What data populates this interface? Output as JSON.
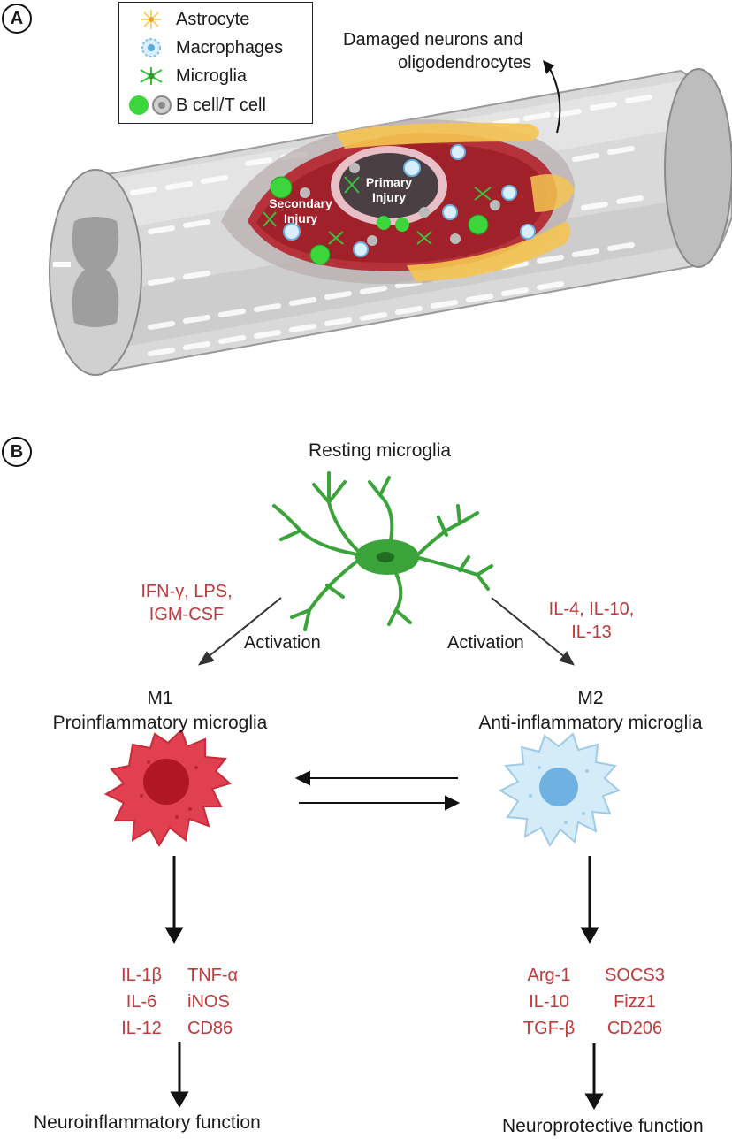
{
  "panel_a": {
    "letter": "A",
    "legend": [
      {
        "label": "Astrocyte",
        "icon": "astrocyte-icon",
        "color": "#f5c451"
      },
      {
        "label": "Macrophages",
        "icon": "macrophage-icon",
        "color": "#7fc3ea"
      },
      {
        "label": "Microglia",
        "icon": "microglia-icon",
        "color": "#3fbf3f"
      },
      {
        "label": "B cell/T cell",
        "icon": "lymphocyte-icon",
        "color": "#3cd63c"
      }
    ],
    "damaged_label_line1": "Damaged neurons and",
    "damaged_label_line2": "oligodendrocytes",
    "primary_line1": "Primary",
    "primary_line2": "Injury",
    "secondary_line1": "Secondary",
    "secondary_line2": "Injury"
  },
  "panel_b": {
    "letter": "B",
    "resting": "Resting microglia",
    "m1_stimuli_line1": "IFN-γ, LPS,",
    "m1_stimuli_line2": "IGM-CSF",
    "m2_stimuli_line1": "IL-4, IL-10,",
    "m2_stimuli_line2": "IL-13",
    "activation_left": "Activation",
    "activation_right": "Activation",
    "m1_title": "M1",
    "m1_subtitle": "Proinflammatory microglia",
    "m2_title": "M2",
    "m2_subtitle": "Anti-inflammatory microglia",
    "m1_markers_col1": [
      "IL-1β",
      "IL-6",
      "IL-12"
    ],
    "m1_markers_col2": [
      "TNF-α",
      "iNOS",
      "CD86"
    ],
    "m2_markers_col1": [
      "Arg-1",
      "IL-10",
      "TGF-β"
    ],
    "m2_markers_col2": [
      "SOCS3",
      "Fizz1",
      "CD206"
    ],
    "m1_function": "Neuroinflammatory function",
    "m2_function": "Neuroprotective function",
    "colors": {
      "marker_red": "#c0393b",
      "m1_cell": "#e0404f",
      "m2_cell": "#cfe9f7",
      "microglia_green": "#3aa33a"
    }
  }
}
